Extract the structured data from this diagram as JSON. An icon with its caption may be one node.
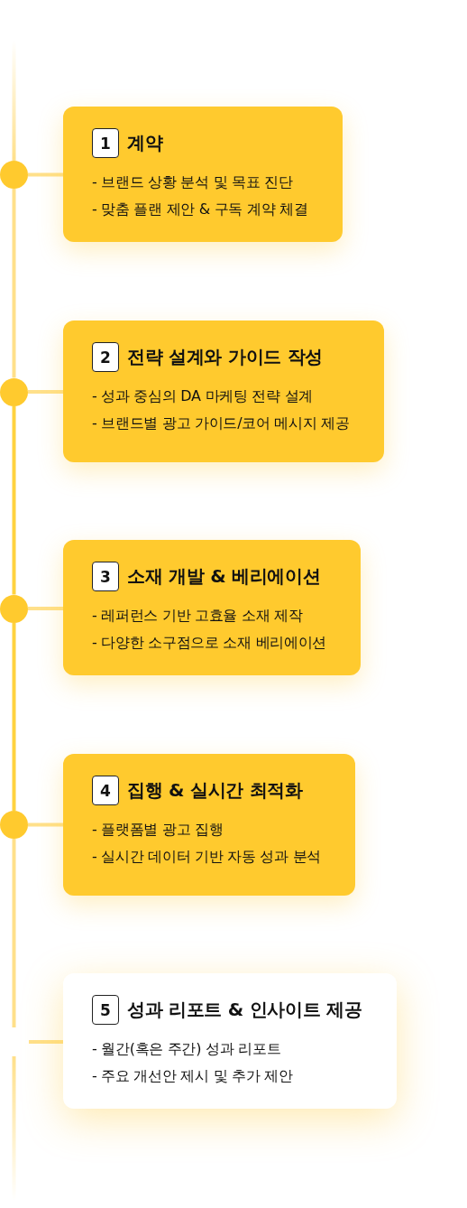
{
  "diagram": {
    "nodes": [
      {
        "text": [
          "계약",
          "- 브랜드 상황 분석 및 목표 진단",
          "- 맞춤 플랜 제안 & 구독 계약 체결"
        ]
      },
      {
        "text": [
          "1"
        ],
        "in": 0
      },
      {
        "text": [
          "전략 설계와 가이드 작성",
          "- 성과 중심의 DA 마케팅 전략 설계",
          "- 브랜드별 광고 가이드/코어 메시지 제공"
        ]
      },
      {
        "text": [
          "2"
        ],
        "in": 2
      },
      {
        "text": [
          "소재 개발 & 베리에이션",
          "- 레퍼런스 기반 고효율 소재 제작",
          "- 다양한 소구점으로 소재 베리에이션"
        ]
      },
      {
        "text": [
          "3"
        ],
        "in": 4
      },
      {
        "text": [
          "집행 & 실시간 최적화",
          "- 플랫폼별 광고 집행",
          "- 실시간 데이터 기반 자동 성과 분석"
        ]
      },
      {
        "text": [
          "4"
        ],
        "in": 6
      },
      {
        "text": [
          "성과 리포트 & 인사이트 제공",
          "- 월간(혹은 주간) 성과 리포트",
          "- 주요 개선안 제시 및 추가 제안"
        ]
      },
      {
        "text": [
          "5"
        ],
        "in": 8
      },
      {
        "text": [],
        "shape": "circle"
      },
      {
        "text": [],
        "shape": "circle"
      },
      {
        "text": [],
        "shape": "circle"
      },
      {
        "text": [],
        "shape": "circle"
      }
    ],
    "edges": [
      {
        "from": 10,
        "to": 0,
        "arrow": "none"
      },
      {
        "from": 11,
        "to": 2,
        "arrow": "none"
      },
      {
        "from": 12,
        "to": 4,
        "arrow": "none"
      },
      {
        "from": 13,
        "to": 6,
        "arrow": "none"
      },
      {
        "from": null,
        "to": 8,
        "arrow": "none"
      },
      {
        "from": 10,
        "to": 11,
        "arrow": "none"
      },
      {
        "from": 11,
        "to": 12,
        "arrow": "none",
        "color": "#ffd23f"
      },
      {
        "from": 12,
        "to": 13,
        "arrow": "none",
        "color": "#ffd23f"
      }
    ]
  }
}
